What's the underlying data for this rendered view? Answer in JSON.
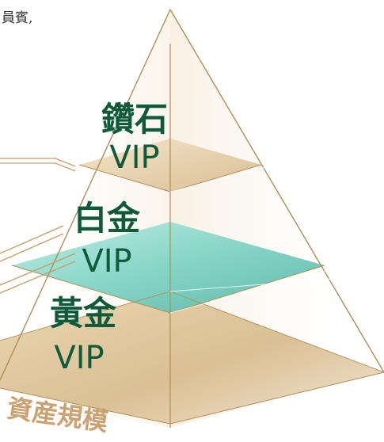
{
  "top_text": "員賓,",
  "axis_label": "資産規模",
  "tiers": [
    {
      "name": "鑽石",
      "level": "VIP",
      "color": "#e6d1aa"
    },
    {
      "name": "白金",
      "level": "VIP",
      "color": "#86d6c9"
    },
    {
      "name": "黃金",
      "level": "VIP",
      "color": "#d8be8c"
    }
  ],
  "colors": {
    "label": "#0f5a3a",
    "gold_line": "#b08e55",
    "axis_text": "#caa271"
  }
}
